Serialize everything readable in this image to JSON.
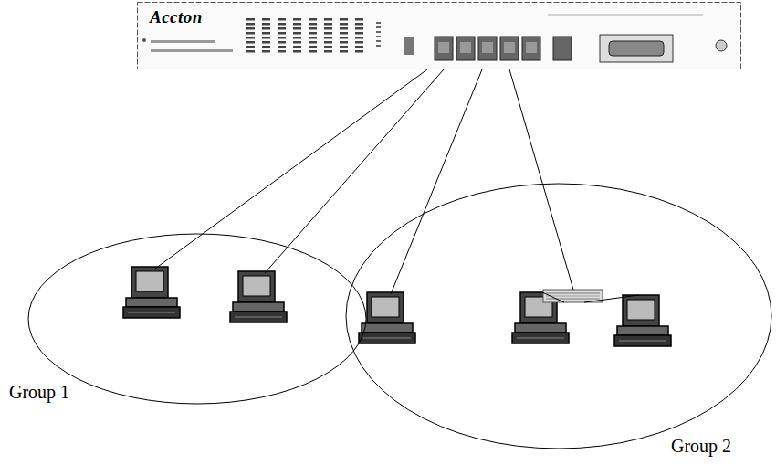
{
  "diagram": {
    "nodes": [
      {
        "text": [
          "Accton"
        ]
      },
      {
        "text": [
          "Group 1"
        ]
      },
      {
        "text": [
          "Group 2"
        ]
      }
    ],
    "edges": [
      {
        "from": 0,
        "to": 1,
        "arrow": "none"
      },
      {
        "from": 0,
        "to": 1,
        "arrow": "none"
      },
      {
        "from": 0,
        "to": 2,
        "arrow": "none"
      },
      {
        "from": 0,
        "to": 2,
        "arrow": "none"
      }
    ]
  }
}
